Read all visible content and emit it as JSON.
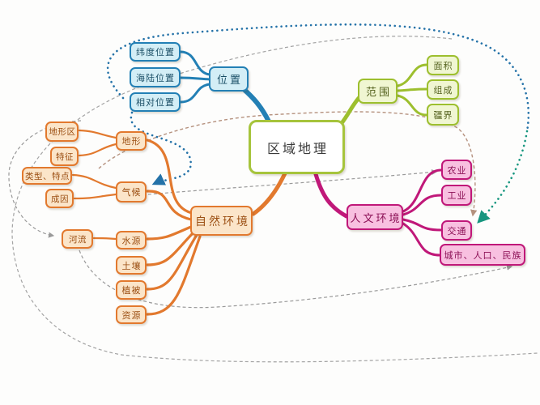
{
  "center": {
    "label": "区域地理"
  },
  "branches": [
    {
      "id": "location",
      "label": "位置",
      "color": "#2380b5",
      "fill": "#d3eef6",
      "children": [
        "纬度位置",
        "海陆位置",
        "相对位置"
      ]
    },
    {
      "id": "scope",
      "label": "范围",
      "color": "#9dbf2e",
      "fill": "#f0f6d2",
      "children": [
        "面积",
        "组成",
        "疆界"
      ]
    },
    {
      "id": "human-environment",
      "label": "人文环境",
      "color": "#c01879",
      "fill": "#f8c0e0",
      "children": [
        "农业",
        "工业",
        "交通",
        "城市、人口、民族"
      ]
    },
    {
      "id": "natural-environment",
      "label": "自然环境",
      "color": "#e2792e",
      "fill": "#fbe5c9",
      "children": [
        {
          "label": "地形",
          "children": [
            "地形区",
            "特征"
          ]
        },
        {
          "label": "气候",
          "children": [
            "类型、特点",
            "成因"
          ]
        },
        {
          "label": "水源",
          "children": [
            "河流"
          ]
        },
        {
          "label": "土壤"
        },
        {
          "label": "植被"
        },
        {
          "label": "资源"
        }
      ]
    }
  ],
  "colors": {
    "center_border": "#a6c43c",
    "relation_blue_dotted": "#2472a8",
    "relation_teal_dotted": "#17967f",
    "relation_salmon_dashed": "#b5917e",
    "relation_gray_dashed": "#9a9a9a"
  }
}
